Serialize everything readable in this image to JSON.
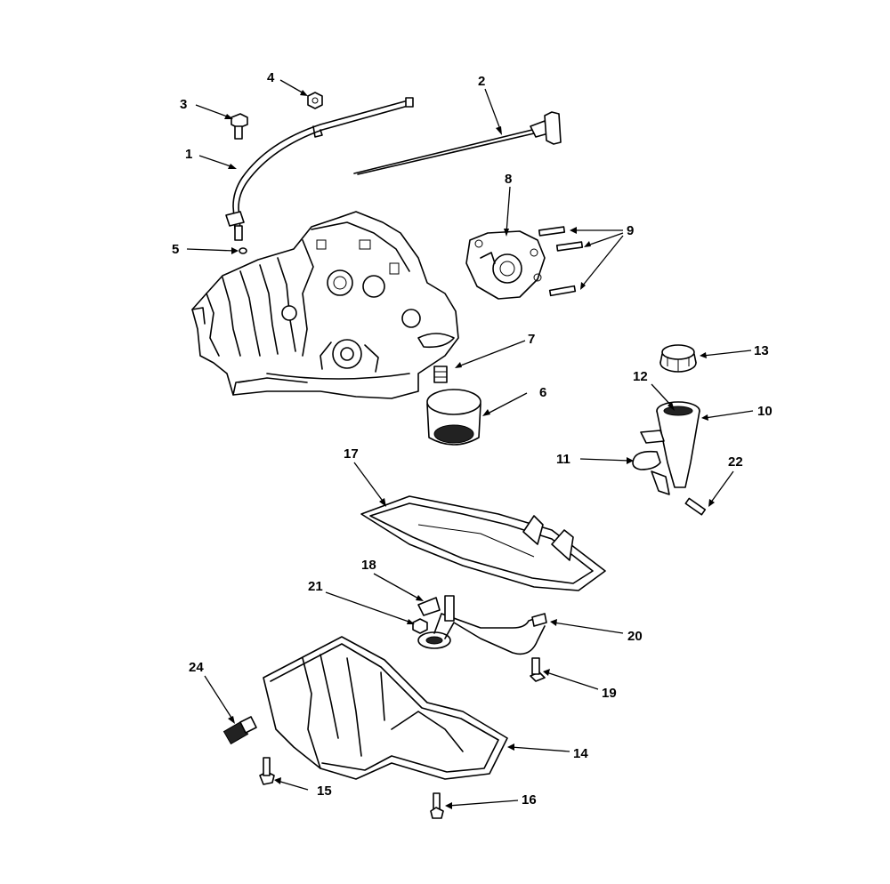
{
  "callouts": {
    "c1": "1",
    "c2": "2",
    "c3": "3",
    "c4": "4",
    "c5": "5",
    "c6": "6",
    "c7": "7",
    "c8": "8",
    "c9": "9",
    "c10": "10",
    "c11": "11",
    "c12": "12",
    "c13": "13",
    "c14": "14",
    "c15": "15",
    "c16": "16",
    "c17": "17",
    "c18": "18",
    "c19": "19",
    "c20": "20",
    "c21": "21",
    "c22": "22",
    "c24": "24"
  },
  "colors": {
    "line": "#000000",
    "background": "#ffffff"
  }
}
